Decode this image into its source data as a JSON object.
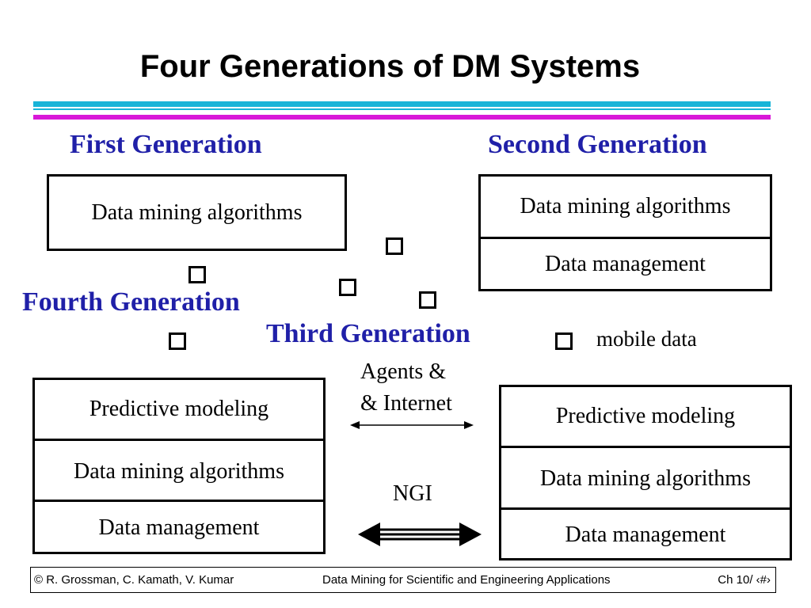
{
  "slide": {
    "title": "Four Generations of DM Systems"
  },
  "generations": {
    "first": {
      "label": "First Generation",
      "layers": [
        "Data mining algorithms"
      ]
    },
    "second": {
      "label": "Second Generation",
      "layers": [
        "Data mining algorithms",
        "Data management"
      ]
    },
    "third": {
      "label": "Third Generation",
      "layers": [
        "Predictive modeling",
        "Data mining algorithms",
        "Data management"
      ]
    },
    "fourth": {
      "label": "Fourth Generation",
      "layers": [
        "Predictive modeling",
        "Data mining algorithms",
        "Data management"
      ]
    }
  },
  "annotations": {
    "mobile_data": "mobile data",
    "agents_line1": "Agents &",
    "agents_line2": "& Internet",
    "ngi": "NGI"
  },
  "footer": {
    "authors": "© R. Grossman, C. Kamath, V. Kumar",
    "course": "Data Mining for Scientific and Engineering Applications",
    "page": "Ch 10/ ‹#›"
  },
  "colors": {
    "heading_blue": "#2020a8",
    "rule_cyan": "#18b4d8",
    "rule_magenta": "#d818d8"
  }
}
